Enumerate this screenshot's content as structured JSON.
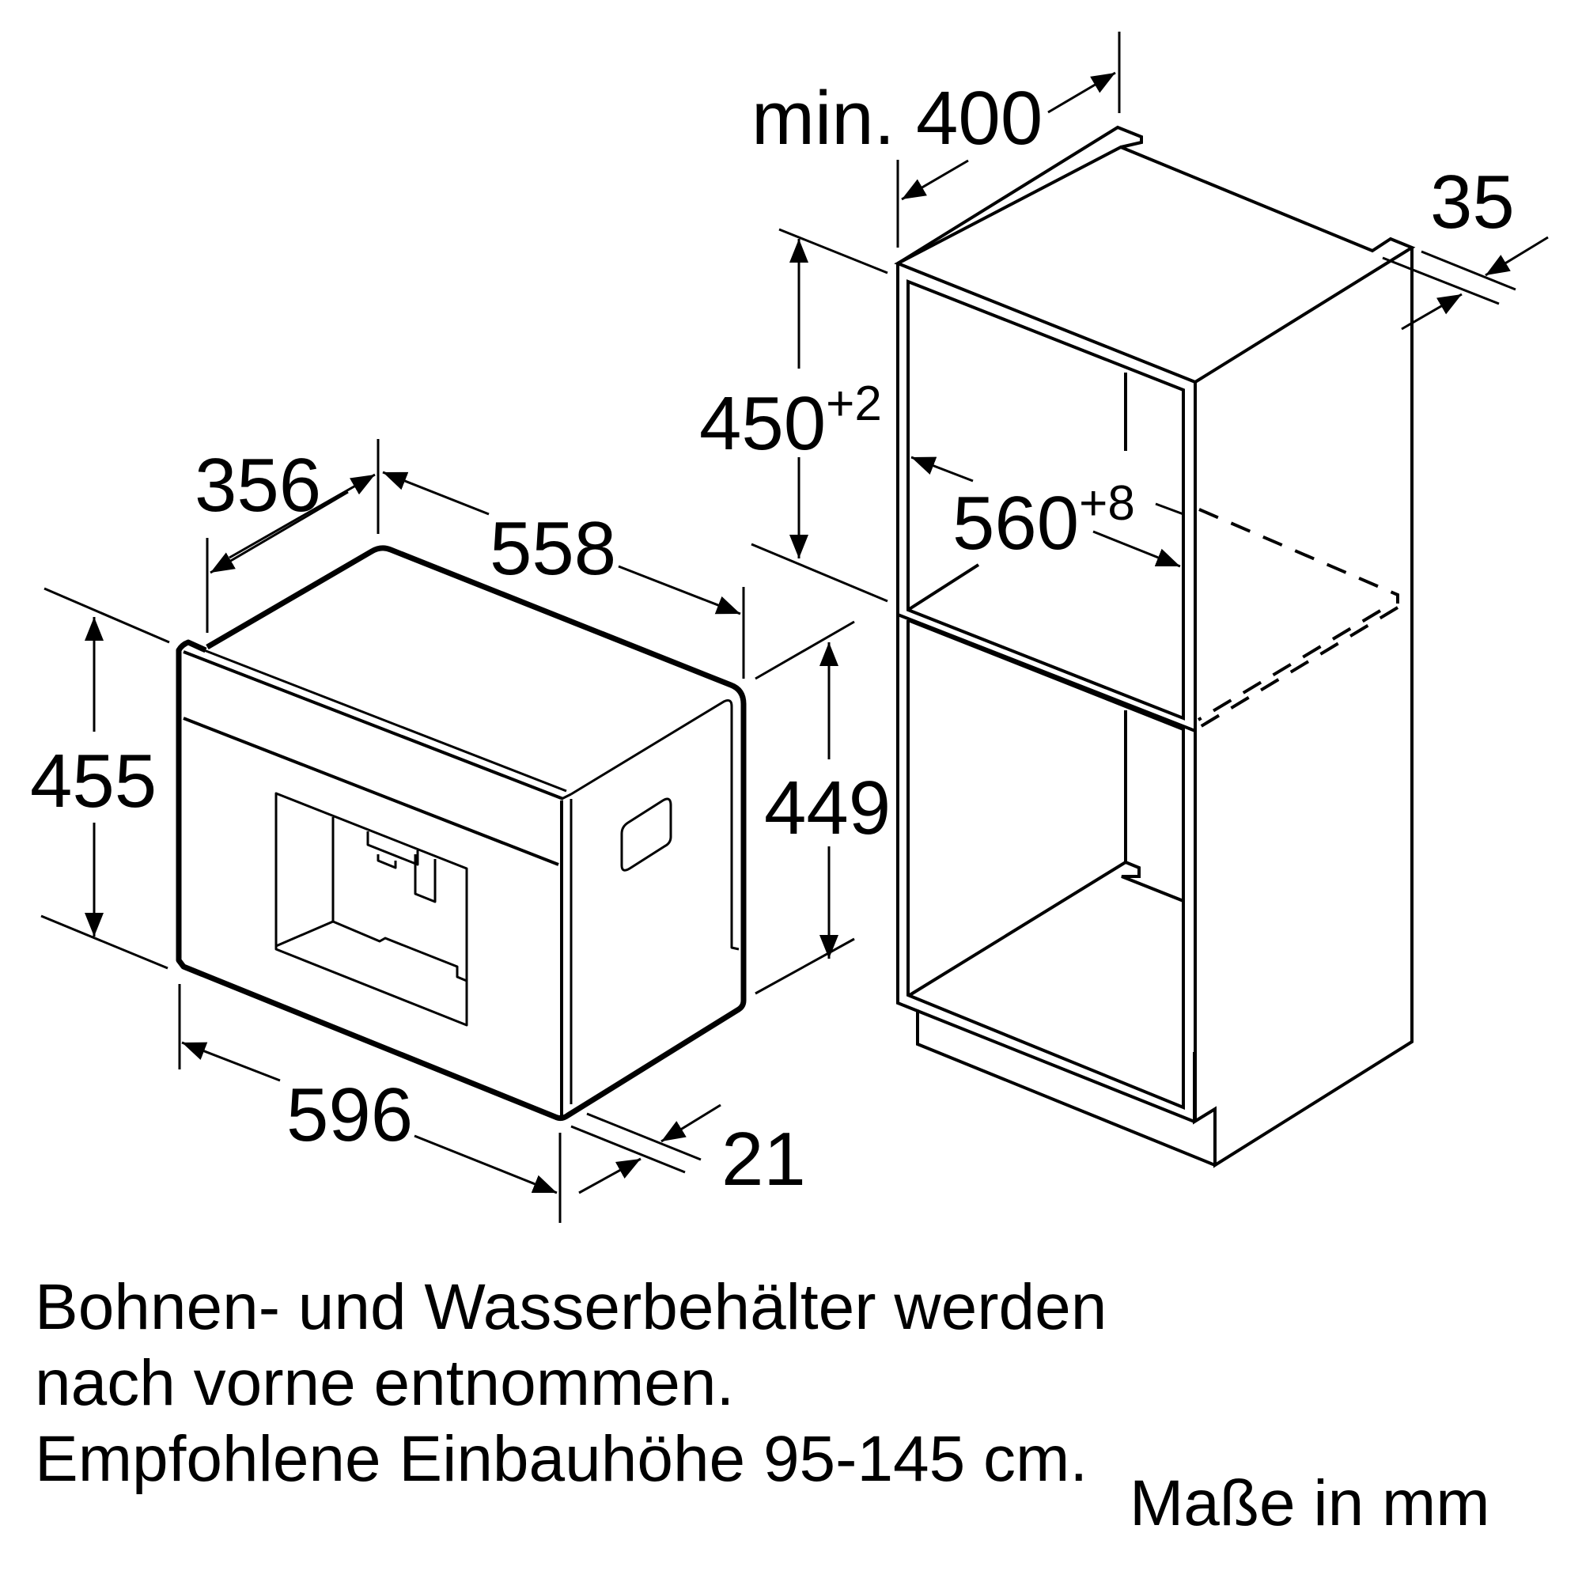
{
  "appliance": {
    "depth_label": "356",
    "width_top_label": "558",
    "height_front_label": "455",
    "height_side_label": "449",
    "width_front_label": "596",
    "front_offset_label": "21"
  },
  "cabinet": {
    "depth_label": "min. 400",
    "niche_height_label": "450",
    "niche_height_tolerance": "+2",
    "niche_width_label": "560",
    "niche_width_tolerance": "+8",
    "back_gap_label": "35"
  },
  "notes": {
    "line1": "Bohnen- und Wasserbehälter werden",
    "line2": "nach vorne entnommen.",
    "line3": "Empfohlene Einbauhöhe 95-145 cm.",
    "units": "Maße in mm"
  }
}
